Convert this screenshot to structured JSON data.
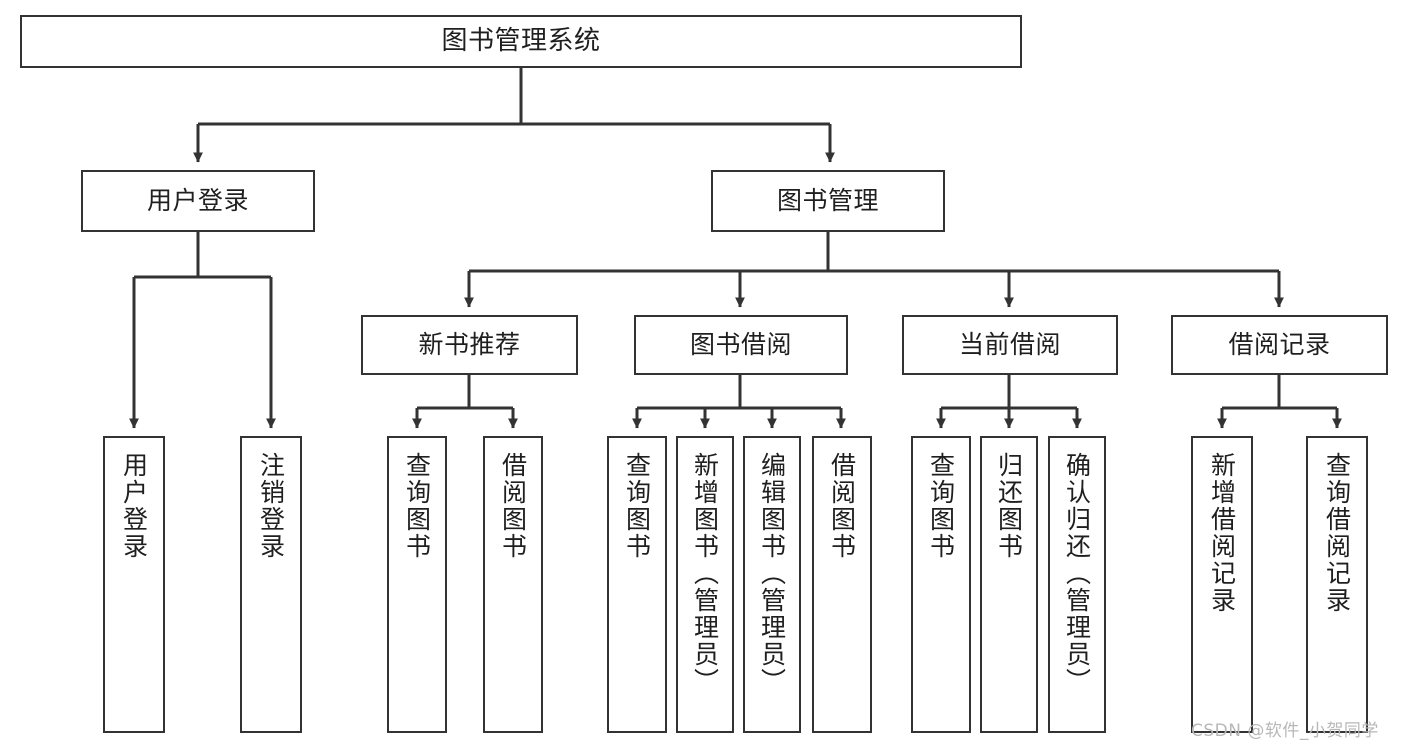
{
  "diagram": {
    "title": "图书管理系统",
    "type": "hierarchy-tree",
    "levels": 4,
    "root": {
      "id": "root",
      "label": "图书管理系统"
    },
    "level2": [
      {
        "id": "user-login",
        "label": "用户登录"
      },
      {
        "id": "book-manage",
        "label": "图书管理"
      }
    ],
    "level3": [
      {
        "id": "new-book-recommend",
        "label": "新书推荐",
        "parent": "book-manage"
      },
      {
        "id": "book-borrow",
        "label": "图书借阅",
        "parent": "book-manage"
      },
      {
        "id": "current-borrow",
        "label": "当前借阅",
        "parent": "book-manage"
      },
      {
        "id": "borrow-record",
        "label": "借阅记录",
        "parent": "book-manage"
      }
    ],
    "leaves": [
      {
        "id": "leaf-user-login",
        "label": "用户登录",
        "parent": "user-login"
      },
      {
        "id": "leaf-logout-login",
        "label": "注销登录",
        "parent": "user-login"
      },
      {
        "id": "leaf-query-book-1",
        "label": "查询图书",
        "parent": "new-book-recommend"
      },
      {
        "id": "leaf-borrow-book-1",
        "label": "借阅图书",
        "parent": "new-book-recommend"
      },
      {
        "id": "leaf-query-book-2",
        "label": "查询图书",
        "parent": "book-borrow"
      },
      {
        "id": "leaf-add-book",
        "label": "新增图书（管理员）",
        "parent": "book-borrow"
      },
      {
        "id": "leaf-edit-book",
        "label": "编辑图书（管理员）",
        "parent": "book-borrow"
      },
      {
        "id": "leaf-borrow-book-2",
        "label": "借阅图书",
        "parent": "book-borrow"
      },
      {
        "id": "leaf-query-book-3",
        "label": "查询图书",
        "parent": "current-borrow"
      },
      {
        "id": "leaf-return-book",
        "label": "归还图书",
        "parent": "current-borrow"
      },
      {
        "id": "leaf-confirm-return",
        "label": "确认归还（管理员）",
        "parent": "current-borrow"
      },
      {
        "id": "leaf-add-record",
        "label": "新增借阅记录",
        "parent": "borrow-record"
      },
      {
        "id": "leaf-query-record",
        "label": "查询借阅记录",
        "parent": "borrow-record"
      }
    ]
  },
  "watermark": {
    "text": "CSDN @软件_小贺同学"
  },
  "colors": {
    "box_border": "#333333",
    "box_fill": "#ffffff",
    "edge": "#333333",
    "text": "#1f1f1f",
    "watermark": "#b8b8b8",
    "background": "#ffffff"
  }
}
